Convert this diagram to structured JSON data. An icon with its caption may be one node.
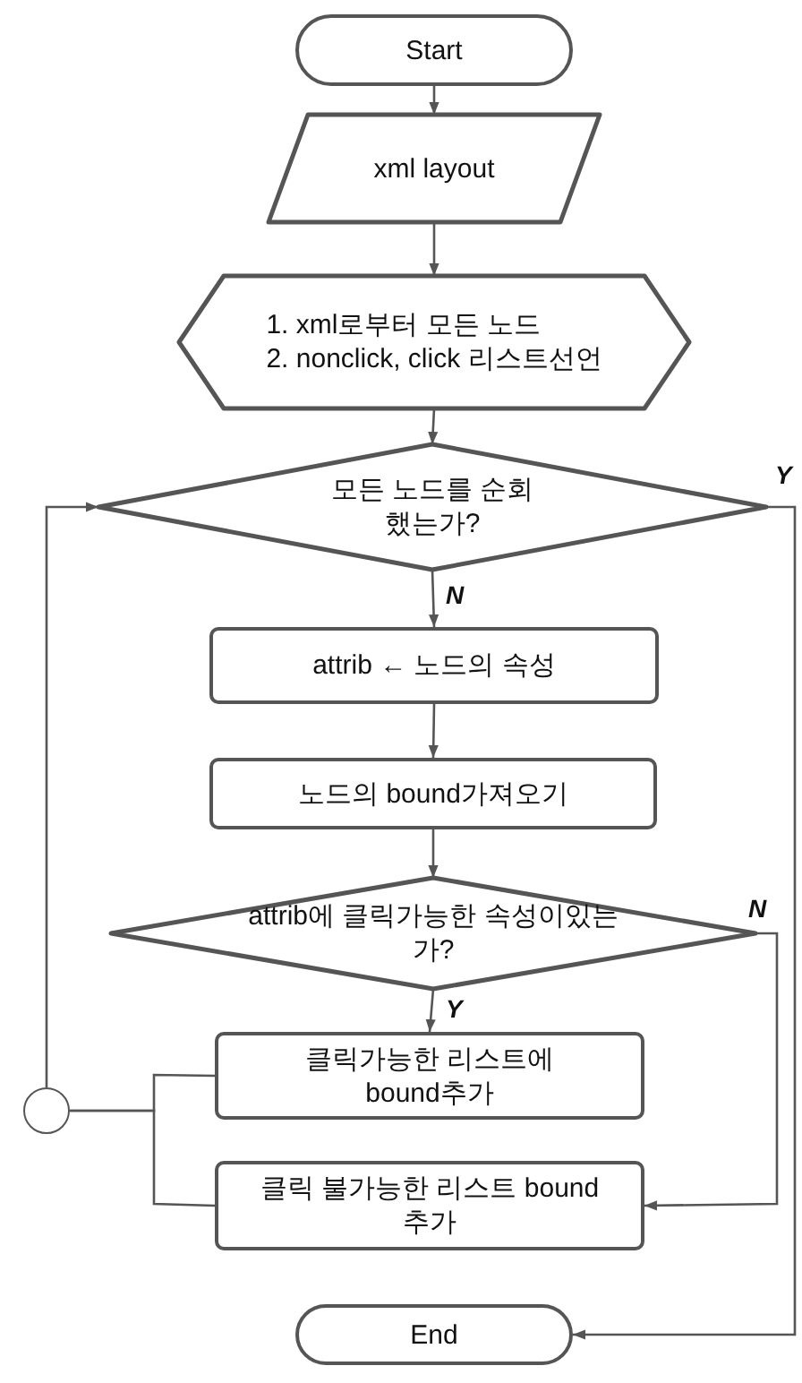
{
  "diagram": {
    "nodes": [
      {
        "text": [
          "Start"
        ]
      },
      {
        "text": [
          "xml layout"
        ]
      },
      {
        "text": [
          "1. xml로부터 모든 노드",
          "2. nonclick, click 리스트선언"
        ]
      },
      {
        "text": [
          "모든 노드를 순회했는가?"
        ]
      },
      {
        "text": [
          "attrib ← 노드의 속성"
        ]
      },
      {
        "text": [
          "노드의 bound가져오기"
        ]
      },
      {
        "text": [
          "attrib에 클릭가능한 속성이있는가?"
        ]
      },
      {
        "text": [
          "클릭가능한 리스트에 bound추가"
        ]
      },
      {
        "text": [
          "클릭 불가능한 리스트 bound 추가"
        ]
      },
      {
        "text": [
          "End"
        ]
      },
      {
        "text": [],
        "shape": "circle"
      }
    ],
    "edges": [
      {
        "from": 0,
        "to": 1,
        "arrow": "to"
      },
      {
        "from": 1,
        "to": 2,
        "arrow": "to"
      },
      {
        "from": 2,
        "to": 3,
        "arrow": "to"
      },
      {
        "from": 3,
        "to": 4,
        "label": "N",
        "arrow": "to"
      },
      {
        "from": 4,
        "to": 5,
        "arrow": "to"
      },
      {
        "from": 5,
        "to": 6,
        "arrow": "to"
      },
      {
        "from": 6,
        "to": 7,
        "label": "Y",
        "arrow": "to"
      },
      {
        "from": 6,
        "to": 8,
        "label": "N",
        "arrow": "to"
      },
      {
        "from": 3,
        "to": 9,
        "label": "Y",
        "arrow": "to"
      },
      {
        "from": 7,
        "to": 10,
        "arrow": "none"
      },
      {
        "from": 8,
        "to": 10,
        "arrow": "none"
      },
      {
        "from": 10,
        "to": 3,
        "arrow": "to"
      }
    ]
  }
}
